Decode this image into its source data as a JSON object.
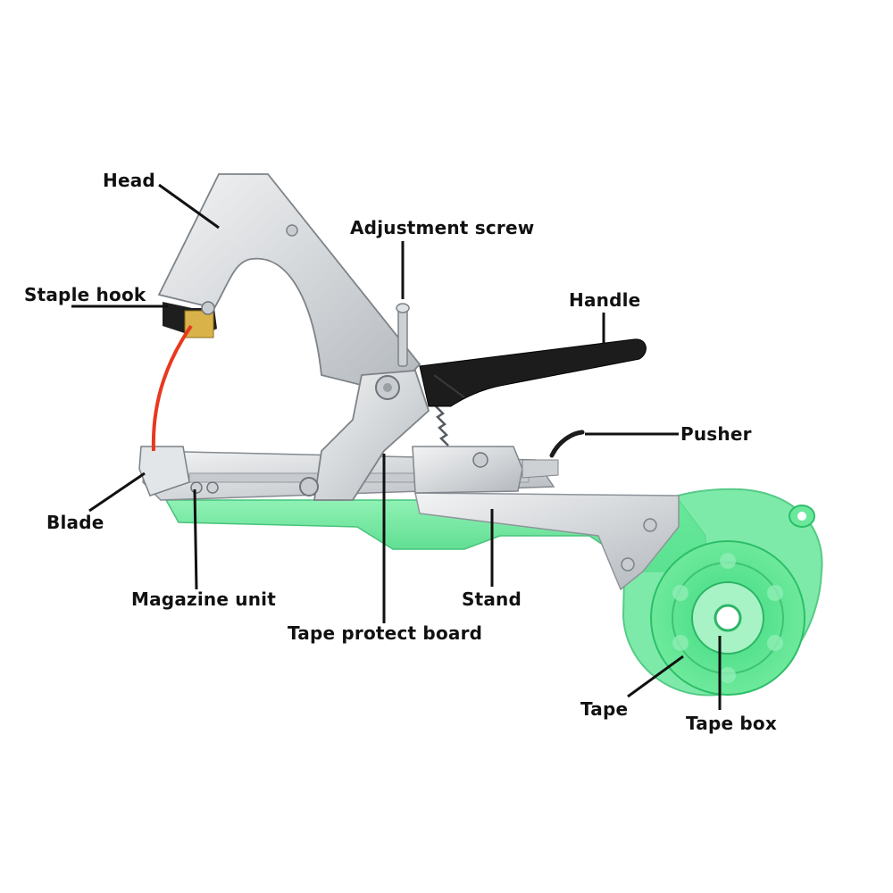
{
  "labels": {
    "head": "Head",
    "staple_hook": "Staple hook",
    "adjustment_screw": "Adjustment screw",
    "handle": "Handle",
    "pusher": "Pusher",
    "blade": "Blade",
    "magazine_unit": "Magazine unit",
    "stand": "Stand",
    "tape_protect_board": "Tape protect board",
    "tape": "Tape",
    "tape_box": "Tape box"
  },
  "colors": {
    "metal": "#d9dcdf",
    "metal_dark": "#9aa0a6",
    "green_box": "#4fe08a",
    "green_dark": "#21b860",
    "handle_black": "#1c1c1c",
    "tape_red": "#e8391f",
    "leader_line": "#111111"
  }
}
